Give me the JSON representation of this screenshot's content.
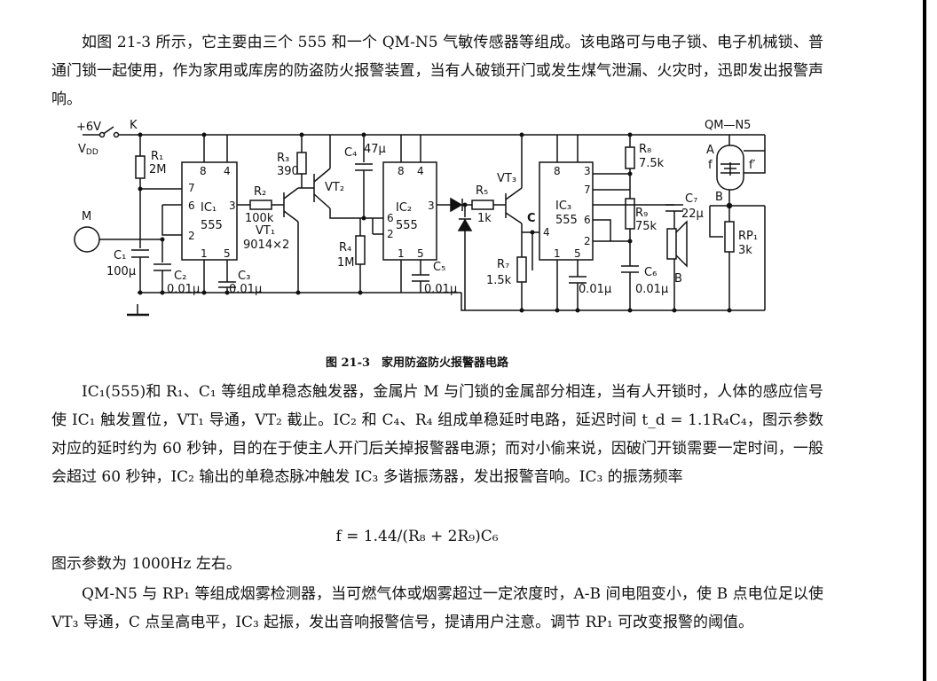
{
  "paragraphs": {
    "p1": "如图 21-3 所示，它主要由三个 555 和一个 QM-N5 气敏传感器等组成。该电路可与电子锁、电子机械锁、普通门锁一起使用，作为家用或库房的防盗防火报警装置，当有人破锁开门或发生煤气泄漏、火灾时，迅即发出报警声响。",
    "p2": "IC₁(555)和 R₁、C₁ 等组成单稳态触发器，金属片 M 与门锁的金属部分相连，当有人开锁时，人体的感应信号使 IC₁ 触发置位，VT₁ 导通，VT₂ 截止。IC₂ 和 C₄、R₄ 组成单稳延时电路，延迟时间 t_d = 1.1R₄C₄，图示参数对应的延时约为 60 秒钟，目的在于使主人开门后关掉报警器电源；而对小偷来说，因破门开锁需要一定时间，一般会超过 60 秒钟，IC₂ 输出的单稳态脉冲触发 IC₃ 多谐振荡器，发出报警音响。IC₃ 的振荡频率",
    "formula": "f = 1.44/(R₈ + 2R₉)C₆",
    "p3": "图示参数为 1000Hz 左右。",
    "p4": "QM-N5 与 RP₁ 等组成烟雾检测器，当可燃气体或烟雾超过一定浓度时，A-B 间电阻变小，使 B 点电位足以使 VT₃ 导通，C 点呈高电平，IC₃ 起振，发出音响报警信号，提请用户注意。调节 RP₁ 可改变报警的阈值。"
  },
  "figure": {
    "caption": "图 21-3　家用防盗防火报警器电路",
    "labels": {
      "vplus": "+6V",
      "vdd": "V",
      "vdd_sub": "DD",
      "k": "K",
      "r1": "R₁",
      "r1v": "2M",
      "m": "M",
      "c1": "C₁",
      "c1v": "100μ",
      "c2": "C₂",
      "c2v": "0.01μ",
      "c3": "C₃",
      "c3v": "0.01μ",
      "ic1": "IC₁",
      "ic1b": "555",
      "r2": "R₂",
      "r2v": "100k",
      "r3": "R₃",
      "r3v": "390",
      "vt1": "VT₁",
      "vt1v": "9014×2",
      "vt2": "VT₂",
      "c4": "C₄",
      "c4v": "47μ",
      "r4": "R₄",
      "r4v": "1M",
      "ic2": "IC₂",
      "ic2b": "555",
      "c5": "C₅",
      "c5v": "0.01μ",
      "r5": "R₅",
      "r5v": "1k",
      "vt3": "VT₃",
      "cpt": "C",
      "r7": "R₇",
      "r7v": "1.5k",
      "ic3": "IC₃",
      "ic3b": "555",
      "r8": "R₈",
      "r8v": "7.5k",
      "r9": "R₉",
      "r9v": "75k",
      "c6": "C₆",
      "c6v": "0.01μ",
      "c6b": "0.01μ",
      "c7": "C₇",
      "c7v": "22μ",
      "b_speaker": "B",
      "qm": "QM—N5",
      "a": "A",
      "f1": "f",
      "f2": "f′",
      "bpt": "B",
      "rp1": "RP₁",
      "rp1v": "3k",
      "p8a": "8",
      "p4a": "4",
      "p7a": "7",
      "p6a": "6",
      "p3a": "3",
      "p2a": "2",
      "p1a": "1",
      "p5a": "5",
      "p8b": "8",
      "p4b": "4",
      "p6b": "6",
      "p3b": "3",
      "p2b": "2",
      "p1b": "1",
      "p5b": "5",
      "p8c": "8",
      "p3c": "3",
      "p7c": "7",
      "p6c": "6",
      "p2c": "2",
      "p4c": "4",
      "p1c": "1",
      "p5c": "5"
    }
  }
}
